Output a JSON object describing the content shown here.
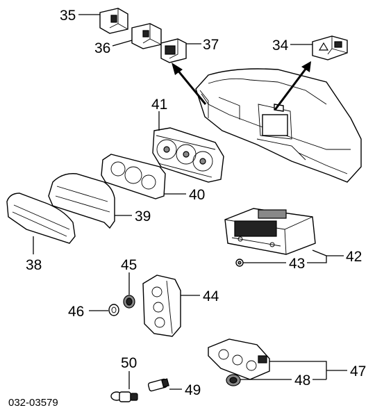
{
  "diagram": {
    "catalog_number": "032-03579",
    "callouts": {
      "p34": "34",
      "p35": "35",
      "p36": "36",
      "p37": "37",
      "p38": "38",
      "p39": "39",
      "p40": "40",
      "p41": "41",
      "p42": "42",
      "p43": "43",
      "p44": "44",
      "p45": "45",
      "p46": "46",
      "p47": "47",
      "p48": "48",
      "p49": "49",
      "p50": "50"
    }
  }
}
